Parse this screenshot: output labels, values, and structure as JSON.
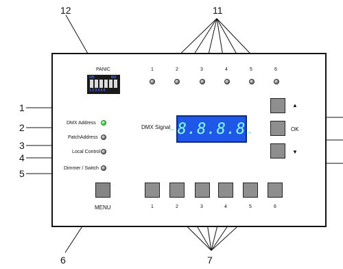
{
  "panic_label": "PANIC",
  "dip_switch": {
    "on_label": "ON",
    "no_label": "NO",
    "numbers_label": "1 2 3 4 5 6"
  },
  "led_numbers": [
    "1",
    "2",
    "3",
    "4",
    "5",
    "6"
  ],
  "arrow_up": "▲",
  "arrow_down": "▼",
  "ok_label": "OK",
  "display_label": "DMX Signal",
  "display_readout": "-8.8.8.8.",
  "status_leds": [
    {
      "label": "DMX Address",
      "color": "#3cdc3c"
    },
    {
      "label": "PatchAddress"
    },
    {
      "label": "Local Control"
    },
    {
      "label": "Dimmer / Switch"
    }
  ],
  "menu_label": "MENU",
  "button_numbers": [
    "1",
    "2",
    "3",
    "4",
    "5",
    "6"
  ],
  "callouts": {
    "c1": "1",
    "c2": "2",
    "c3": "3",
    "c4": "4",
    "c5": "5",
    "c6": "6",
    "c7": "7",
    "c11": "11",
    "c12": "12"
  }
}
